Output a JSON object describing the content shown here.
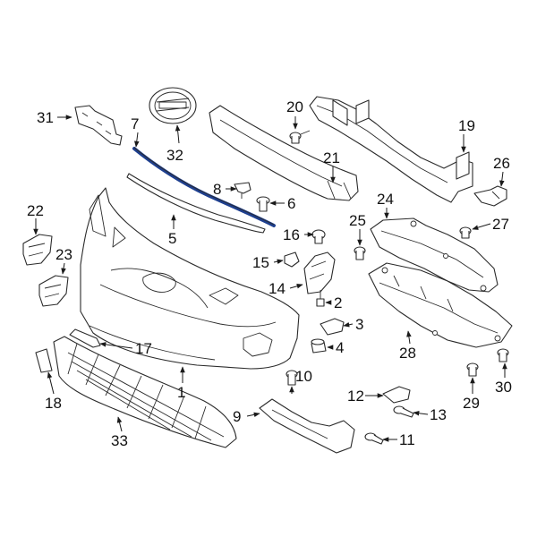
{
  "diagram": {
    "highlight_color": "#1e3f8f",
    "line_color": "#2b2b2b",
    "background": "#ffffff",
    "highlighted_part": "7",
    "callouts": {
      "c1": "1",
      "c2": "2",
      "c3": "3",
      "c4": "4",
      "c5": "5",
      "c6": "6",
      "c7": "7",
      "c8": "8",
      "c9": "9",
      "c10": "10",
      "c11": "11",
      "c12": "12",
      "c13": "13",
      "c14": "14",
      "c15": "15",
      "c16": "16",
      "c17": "17",
      "c18": "18",
      "c19": "19",
      "c20": "20",
      "c21": "21",
      "c22": "22",
      "c23": "23",
      "c24": "24",
      "c25": "25",
      "c26": "26",
      "c27": "27",
      "c28": "28",
      "c29": "29",
      "c30": "30",
      "c31": "31",
      "c32": "32",
      "c33": "33"
    }
  }
}
